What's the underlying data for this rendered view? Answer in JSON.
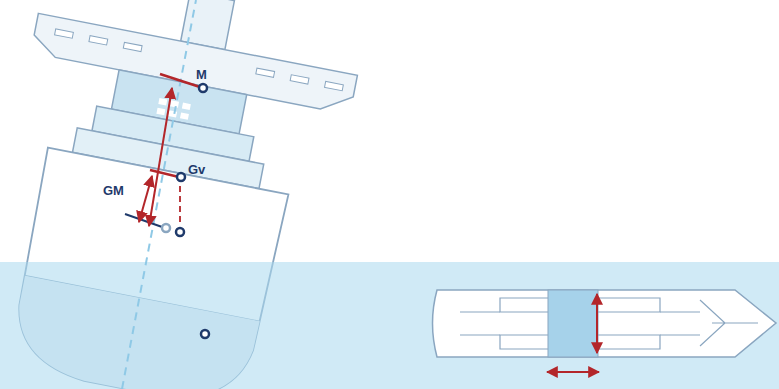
{
  "diagram": {
    "labels": [
      "M",
      "Gv",
      "GM"
    ]
  }
}
